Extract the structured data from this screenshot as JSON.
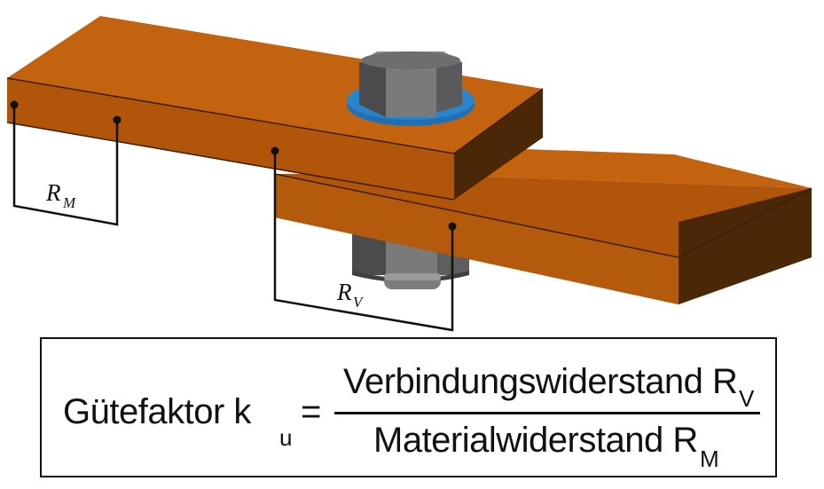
{
  "diagram": {
    "labels": {
      "material_resistance": {
        "symbol": "R",
        "subscript": "M"
      },
      "joint_resistance": {
        "symbol": "R",
        "subscript": "V"
      }
    }
  },
  "formula": {
    "lhs": "Gütefaktor k",
    "lhs_subscript": "u",
    "equals": "=",
    "numerator": "Verbindungswiderstand R",
    "numerator_subscript": "V",
    "denominator": "Materialwiderstand R",
    "denominator_subscript": "M"
  },
  "colors": {
    "copper_top": "#c4630f",
    "copper_front": "#b0550a",
    "copper_side": "#4a2706",
    "bolt_grey": "#6b6b6b",
    "washer_blue": "#1f6fb3"
  }
}
